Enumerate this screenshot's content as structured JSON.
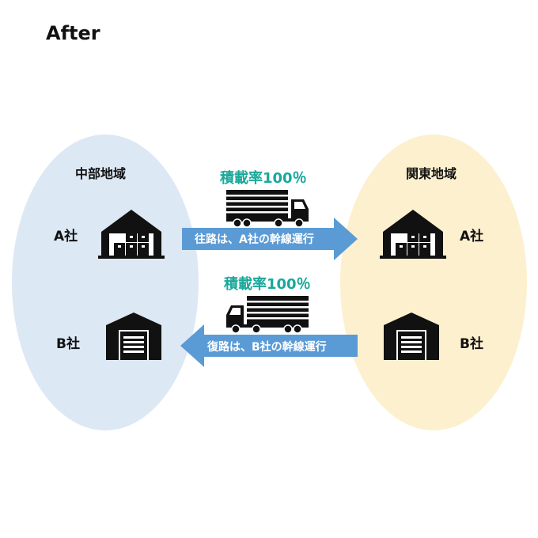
{
  "title": "After",
  "regions": {
    "left": {
      "name": "中部地域",
      "fill": "#dde8f5"
    },
    "right": {
      "name": "関東地域",
      "fill": "#fdf0cf"
    }
  },
  "companies": {
    "a": "A社",
    "b": "B社"
  },
  "routes": {
    "outbound": {
      "rate": "積載率100％",
      "text": "往路は、A社の幹線運行"
    },
    "return": {
      "rate": "積載率100％",
      "text": "復路は、B社の幹線運行"
    }
  },
  "colors": {
    "arrow": "#5b9bd5",
    "accent": "#19a89a",
    "icon": "#111111"
  },
  "icons": [
    "warehouse-icon",
    "factory-icon",
    "truck-icon"
  ]
}
